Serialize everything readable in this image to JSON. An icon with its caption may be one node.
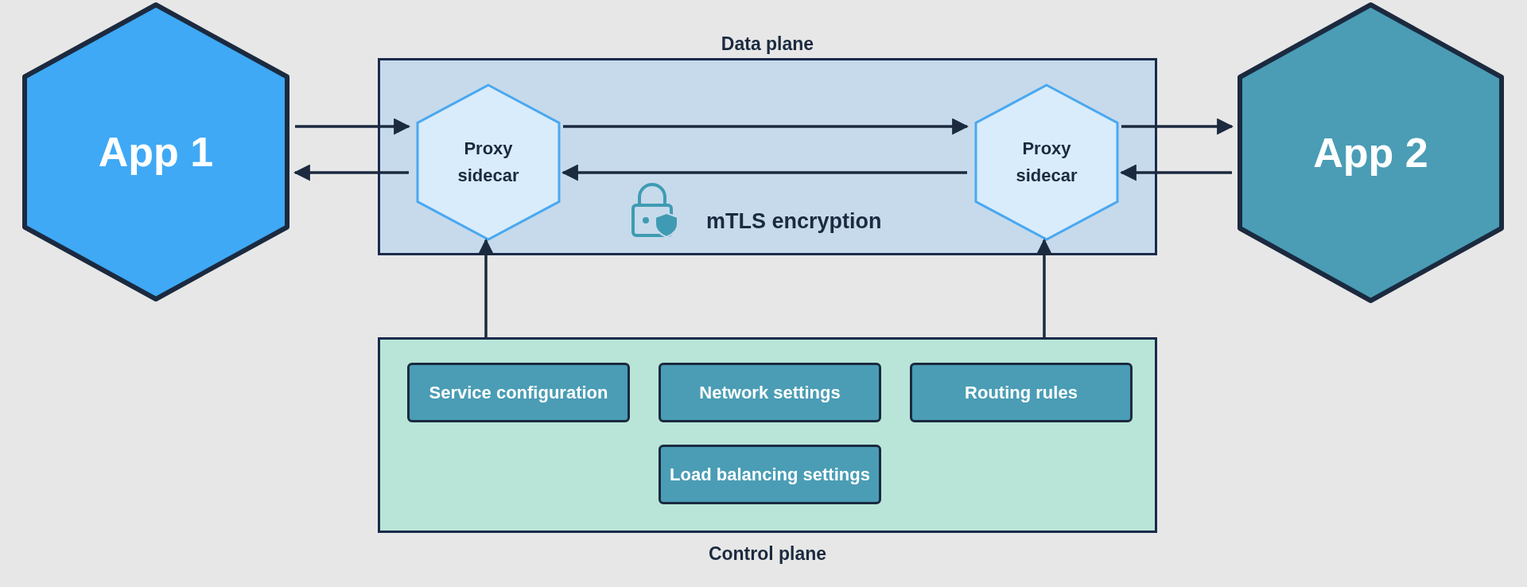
{
  "diagram": {
    "nodes": [
      {
        "text": [
          "App 1"
        ]
      },
      {
        "text": [
          "Data plane"
        ]
      },
      {
        "text": [
          "Proxy sidecar"
        ],
        "in": 1
      },
      {
        "text": [
          "Proxy sidecar"
        ],
        "in": 1
      },
      {
        "text": [
          "App 2"
        ]
      },
      {
        "text": [
          "Control plane"
        ]
      },
      {
        "text": [
          "Service configuration"
        ],
        "in": 5
      },
      {
        "text": [
          "Network settings"
        ],
        "in": 5
      },
      {
        "text": [
          "Routing rules"
        ],
        "in": 5
      },
      {
        "text": [
          "Load balancing settings"
        ],
        "in": 5
      }
    ],
    "edges": [
      {
        "from": 0,
        "to": 2,
        "arrow": "to"
      },
      {
        "from": 2,
        "to": 0,
        "arrow": "to"
      },
      {
        "from": 2,
        "to": 3,
        "arrow": "to"
      },
      {
        "from": 3,
        "to": 2,
        "arrow": "to"
      },
      {
        "from": 3,
        "to": 4,
        "arrow": "to"
      },
      {
        "from": 4,
        "to": 3,
        "arrow": "to"
      },
      {
        "from": 5,
        "to": 2,
        "arrow": "to"
      },
      {
        "from": 5,
        "to": 3,
        "arrow": "to"
      }
    ],
    "labels": [
      "mTLS encryption"
    ]
  }
}
